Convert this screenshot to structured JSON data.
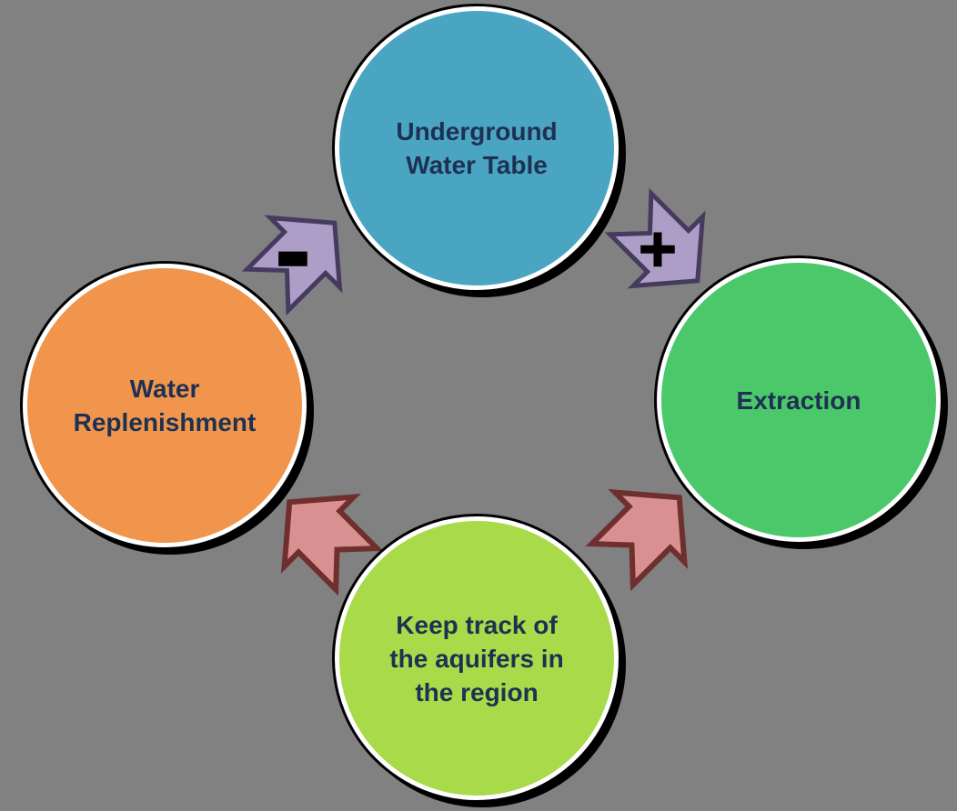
{
  "background_color": "#818181",
  "text_color": "#1F3152",
  "nodes": [
    {
      "id": "underground-water-table",
      "label": "Underground\nWater Table",
      "fill": "#4AA5C3"
    },
    {
      "id": "extraction",
      "label": "Extraction",
      "fill": "#4BC86A"
    },
    {
      "id": "aquifer-tracking",
      "label": "Keep track of\nthe aquifers in\nthe region",
      "fill": "#A8DA4A"
    },
    {
      "id": "water-replenishment",
      "label": "Water\nReplenishment",
      "fill": "#F0954B"
    }
  ],
  "arrows": [
    {
      "id": "replenishment-to-water-table",
      "sign": "-",
      "from": "water-replenishment",
      "to": "underground-water-table",
      "direction": "up-right",
      "fill": "#AC9EC7",
      "stroke": "#463B5F"
    },
    {
      "id": "water-table-to-extraction",
      "sign": "+",
      "from": "underground-water-table",
      "to": "extraction",
      "direction": "down-right",
      "fill": "#AC9EC7",
      "stroke": "#463B5F"
    },
    {
      "id": "tracking-to-extraction",
      "sign": "",
      "from": "aquifer-tracking",
      "to": "extraction",
      "direction": "up-right",
      "fill": "#D99090",
      "stroke": "#6F2F2F"
    },
    {
      "id": "tracking-to-replenishment",
      "sign": "",
      "from": "aquifer-tracking",
      "to": "water-replenishment",
      "direction": "up-left",
      "fill": "#D99090",
      "stroke": "#6F2F2F"
    }
  ]
}
